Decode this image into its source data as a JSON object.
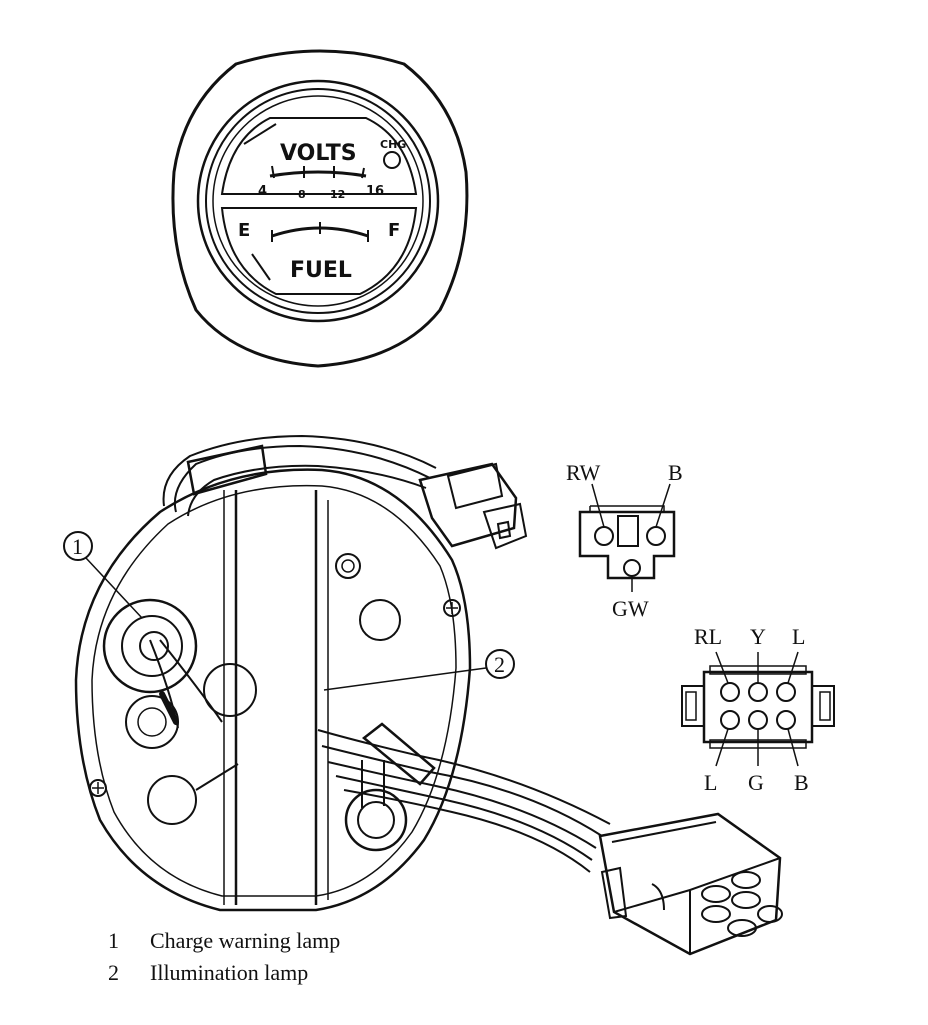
{
  "gauge": {
    "volts_label": "VOLTS",
    "chg_label": "CHG",
    "volt_scale": [
      "4",
      "8",
      "12",
      "16"
    ],
    "fuel_label": "FUEL",
    "empty_label": "E",
    "full_label": "F"
  },
  "callouts": [
    "1",
    "2"
  ],
  "connector_3pin": {
    "pins": [
      "RW",
      "B",
      "GW"
    ]
  },
  "connector_6pin": {
    "top_pins": [
      "RL",
      "Y",
      "L"
    ],
    "bottom_pins": [
      "L",
      "G",
      "B"
    ]
  },
  "legend": [
    {
      "number": "1",
      "text": "Charge warning lamp"
    },
    {
      "number": "2",
      "text": "Illumination lamp"
    }
  ]
}
